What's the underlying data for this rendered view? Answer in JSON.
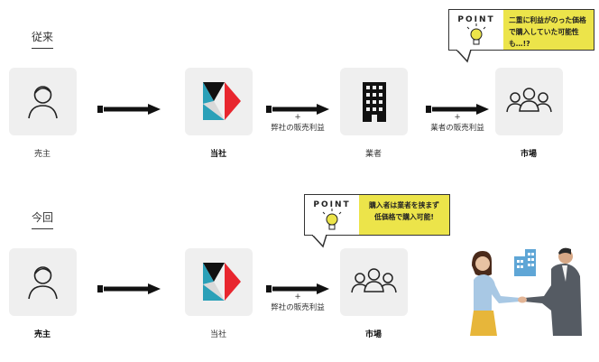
{
  "sections": {
    "before_title": "従来",
    "now_title": "今回"
  },
  "row1": {
    "seller": "売主",
    "company": "当社",
    "dealer": "業者",
    "market": "市場",
    "arrow2_plus": "+",
    "arrow2_note": "弊社の販売利益",
    "arrow3_plus": "+",
    "arrow3_note": "業者の販売利益"
  },
  "row2": {
    "seller": "売主",
    "company": "当社",
    "market": "市場",
    "arrow2_plus": "+",
    "arrow2_note": "弊社の販売利益"
  },
  "bubble1": {
    "point": "POINT",
    "line1": "二重に利益がのった価格",
    "line2": "で購入していた可能性も…!?"
  },
  "bubble2": {
    "point": "POINT",
    "line1": "購入者は業者を挟まず",
    "line2": "低価格で購入可能!"
  },
  "icons": {
    "person": "person-icon",
    "logo": "company-logo",
    "building": "building-icon",
    "group": "group-icon",
    "bulb": "lightbulb-icon"
  },
  "colors": {
    "accent_yellow": "#ece44a",
    "logo_red": "#e8262e",
    "logo_teal": "#2aa0b8",
    "box_gray": "#efefef"
  }
}
